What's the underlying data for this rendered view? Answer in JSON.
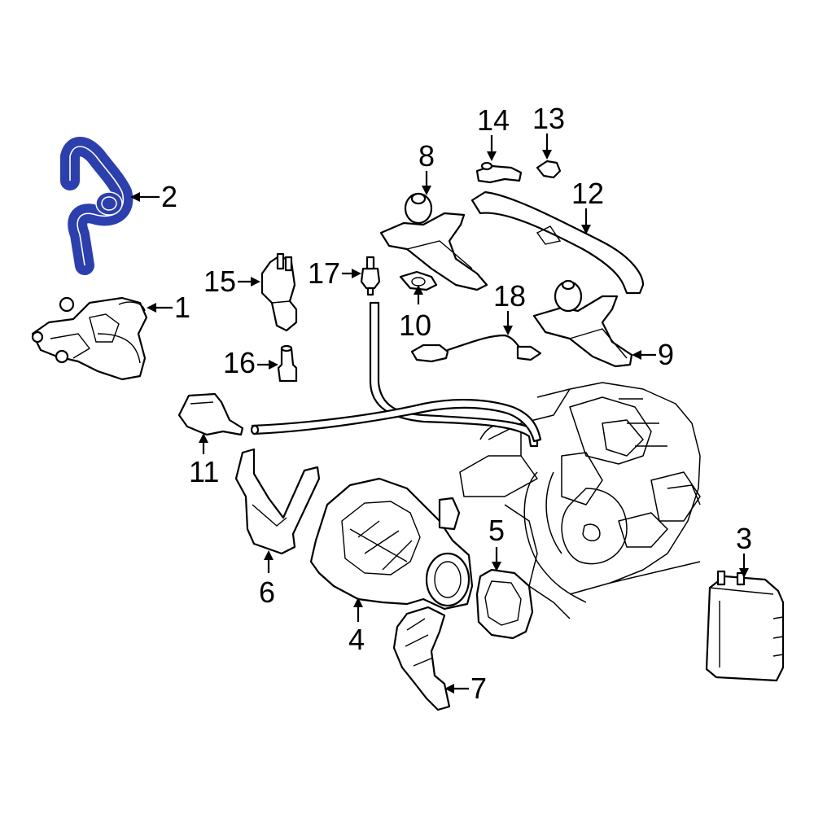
{
  "callouts": {
    "c1": "1",
    "c2": "2",
    "c3": "3",
    "c4": "4",
    "c5": "5",
    "c6": "6",
    "c7": "7",
    "c8": "8",
    "c9": "9",
    "c10": "10",
    "c11": "11",
    "c12": "12",
    "c13": "13",
    "c14": "14",
    "c15": "15",
    "c16": "16",
    "c17": "17",
    "c18": "18"
  },
  "highlight_color": "#2b3fae",
  "line_color": "#000000"
}
